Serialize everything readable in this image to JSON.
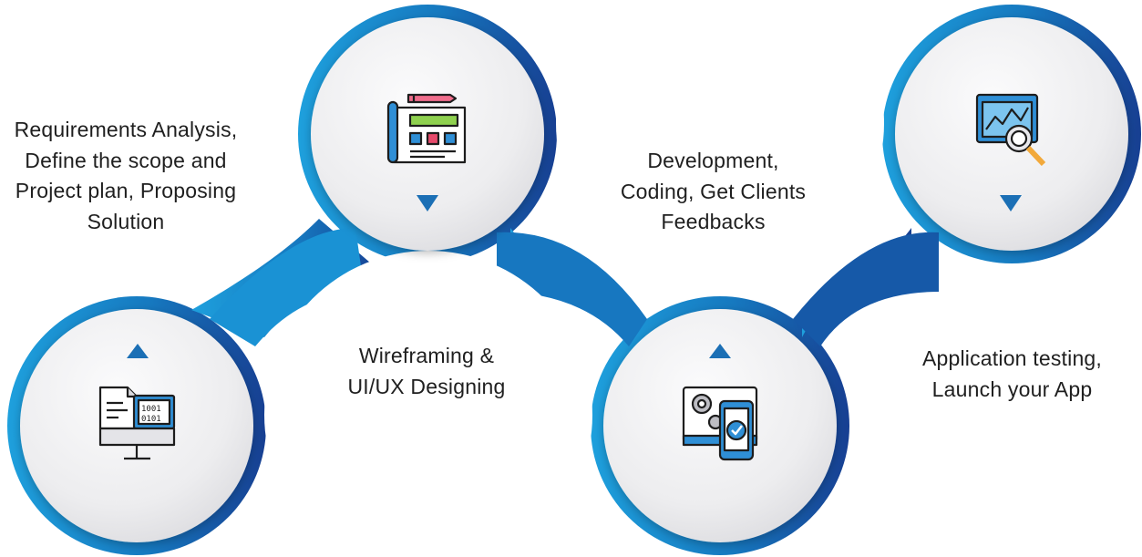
{
  "steps": [
    {
      "icon": "binary-document-monitor-icon",
      "arrow": "up",
      "lines": [
        "Requirements Analysis,",
        "Define the scope and",
        "Project plan, Proposing",
        "Solution"
      ]
    },
    {
      "icon": "blueprint-wireframe-icon",
      "arrow": "down",
      "lines": [
        "Wireframing &",
        "UI/UX Designing"
      ]
    },
    {
      "icon": "mobile-development-gear-icon",
      "arrow": "up",
      "lines": [
        "Development,",
        "Coding, Get Clients",
        "Feedbacks"
      ]
    },
    {
      "icon": "analytics-search-icon",
      "arrow": "down",
      "lines": [
        "Application testing,",
        "Launch your App"
      ]
    }
  ],
  "colors": {
    "wave_start": "#1ea0dd",
    "wave_end": "#173f92",
    "arrow": "#1b6fb5",
    "circle_fill": "#ededef",
    "text": "#1f1f1f"
  }
}
